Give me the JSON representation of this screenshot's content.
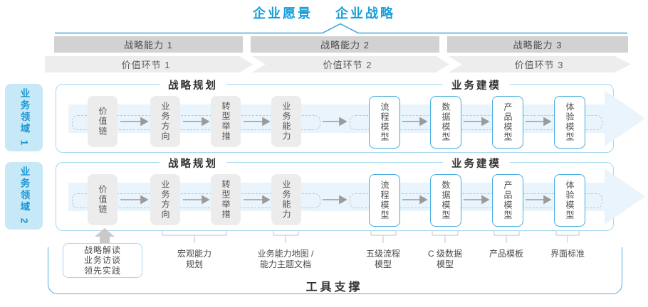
{
  "title": {
    "vision": "企业愿景",
    "strategy": "企业战略"
  },
  "strategic_capabilities": [
    "战略能力 1",
    "战略能力 2",
    "战略能力 3"
  ],
  "value_links": [
    "价值环节 1",
    "价值环节 2",
    "价值环节 3"
  ],
  "business_domains": [
    {
      "label": "业务领域 1",
      "strategic_planning": {
        "header": "战略规划",
        "boxes": [
          "价值链",
          "业务方向",
          "转型举措",
          "业务能力"
        ]
      },
      "business_modeling": {
        "header": "业务建模",
        "boxes": [
          "流程模型",
          "数据模型",
          "产品模型",
          "体验模型"
        ]
      }
    },
    {
      "label": "业务领域 2",
      "strategic_planning": {
        "header": "战略规划",
        "boxes": [
          "价值链",
          "业务方向",
          "转型举措",
          "业务能力"
        ]
      },
      "business_modeling": {
        "header": "业务建模",
        "boxes": [
          "流程模型",
          "数据模型",
          "产品模型",
          "体验模型"
        ]
      }
    }
  ],
  "sources_box": {
    "lines": [
      "战略解读",
      "业务访谈",
      "领先实践"
    ]
  },
  "footnotes": [
    {
      "lines": [
        "宏观能力",
        "规划"
      ]
    },
    {
      "lines": [
        "业务能力地图 /",
        "能力主题文档"
      ]
    },
    {
      "lines": [
        "五级流程",
        "模型"
      ]
    },
    {
      "lines": [
        "C 级数据",
        "模型"
      ]
    },
    {
      "lines": [
        "产品模板"
      ]
    },
    {
      "lines": [
        "界面标准"
      ]
    }
  ],
  "tool_support": {
    "label": "工具支撑"
  },
  "colors": {
    "accent_blue": "#189ed9",
    "panel_border": "#a6d7ee",
    "band_fill": "#e9f4fc",
    "tab_bg": "#c6e8f7",
    "tab_text": "#1e97d4",
    "capability_bar_gray": "#d2d2d2",
    "value_band_gray": "#ededed",
    "node_gray": "#ececec",
    "node_blue_border": "#43aadf",
    "tool_border": "#54aedd"
  }
}
